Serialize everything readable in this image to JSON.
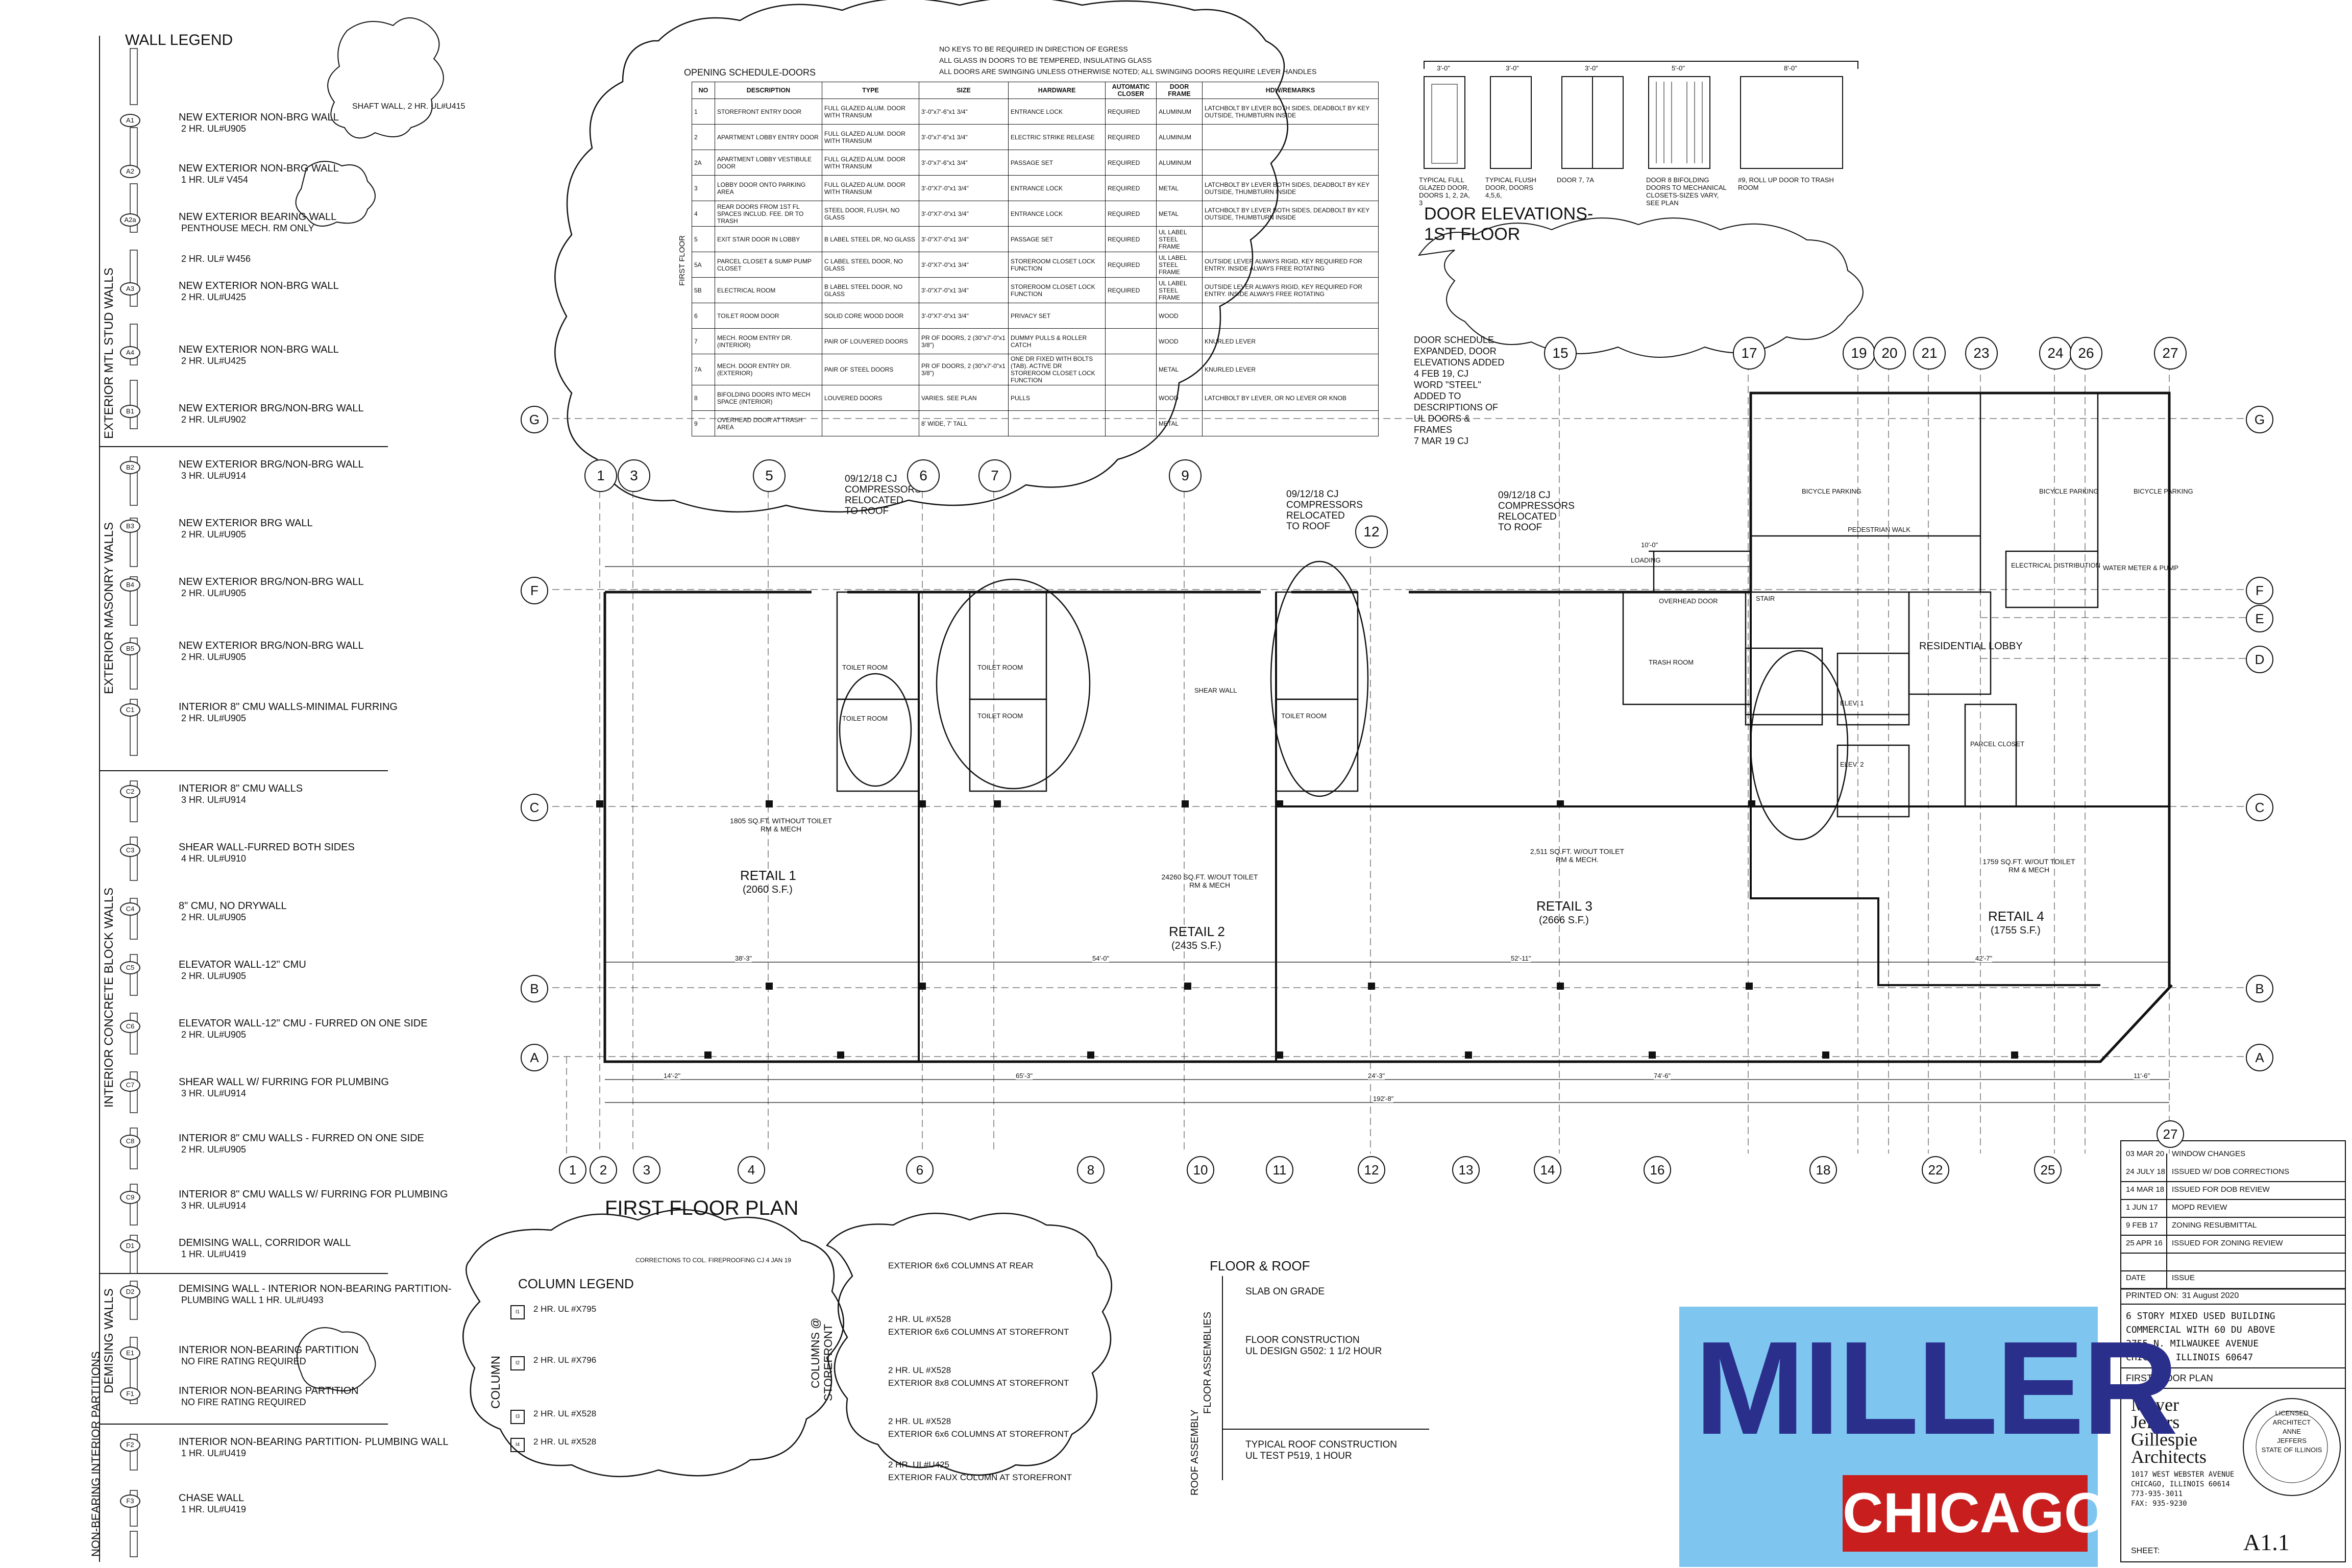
{
  "wall_legend": {
    "title": "WALL LEGEND",
    "categories": [
      "EXTERIOR MTL STUD WALLS",
      "EXTERIOR MASONRY WALLS",
      "INTERIOR CONCRETE BLOCK WALLS",
      "DEMISING WALLS",
      "NON-BEARING INTERIOR PARTITIONS"
    ],
    "items": [
      {
        "key": "A1",
        "name": "NEW EXTERIOR NON-BRG WALL",
        "rating": "2 HR. UL#U905"
      },
      {
        "key": "A2",
        "name": "NEW EXTERIOR NON-BRG WALL",
        "rating": "1 HR. UL# V454"
      },
      {
        "key": "A2a",
        "name": "NEW EXTERIOR BEARING WALL",
        "rating": "PENTHOUSE MECH. RM ONLY"
      },
      {
        "key": "",
        "name": "",
        "rating": "2 HR. UL# W456"
      },
      {
        "key": "A3",
        "name": "NEW EXTERIOR NON-BRG WALL",
        "rating": "2 HR. UL#U425"
      },
      {
        "key": "A4",
        "name": "NEW EXTERIOR NON-BRG WALL",
        "rating": "2 HR. UL#U425"
      },
      {
        "key": "B1",
        "name": "NEW EXTERIOR BRG/NON-BRG WALL",
        "rating": "2 HR. UL#U902"
      },
      {
        "key": "B2",
        "name": "NEW EXTERIOR BRG/NON-BRG WALL",
        "rating": "3 HR. UL#U914"
      },
      {
        "key": "B3",
        "name": "NEW EXTERIOR BRG WALL",
        "rating": "2 HR. UL#U905"
      },
      {
        "key": "B4",
        "name": "NEW EXTERIOR BRG/NON-BRG WALL",
        "rating": "2 HR. UL#U905"
      },
      {
        "key": "B5",
        "name": "NEW EXTERIOR BRG/NON-BRG WALL",
        "rating": "2 HR. UL#U905"
      },
      {
        "key": "C1",
        "name": "INTERIOR 8\" CMU WALLS-MINIMAL FURRING",
        "rating": "2 HR. UL#U905"
      },
      {
        "key": "C2",
        "name": "INTERIOR 8\" CMU WALLS",
        "rating": "3 HR. UL#U914"
      },
      {
        "key": "C3",
        "name": "SHEAR WALL-FURRED BOTH SIDES",
        "rating": "4 HR. UL#U910"
      },
      {
        "key": "C4",
        "name": "8\" CMU, NO DRYWALL",
        "rating": "2 HR. UL#U905"
      },
      {
        "key": "C5",
        "name": "ELEVATOR WALL-12\" CMU",
        "rating": "2 HR. UL#U905"
      },
      {
        "key": "C6",
        "name": "ELEVATOR WALL-12\" CMU - FURRED ON ONE SIDE",
        "rating": "2 HR. UL#U905"
      },
      {
        "key": "C7",
        "name": "SHEAR WALL W/ FURRING FOR PLUMBING",
        "rating": "3 HR. UL#U914"
      },
      {
        "key": "C8",
        "name": "INTERIOR 8\" CMU WALLS - FURRED ON ONE SIDE",
        "rating": "2 HR. UL#U905"
      },
      {
        "key": "C9",
        "name": "INTERIOR 8\" CMU WALLS W/ FURRING FOR PLUMBING",
        "rating": "3 HR. UL#U914"
      },
      {
        "key": "D1",
        "name": "DEMISING WALL, CORRIDOR WALL",
        "rating": "1 HR. UL#U419"
      },
      {
        "key": "D2",
        "name": "DEMISING WALL - INTERIOR NON-BEARING PARTITION-",
        "rating": "PLUMBING WALL     1 HR. UL#U493"
      },
      {
        "key": "E1",
        "name": "INTERIOR NON-BEARING PARTITION",
        "rating": "NO FIRE RATING REQUIRED"
      },
      {
        "key": "F1",
        "name": "INTERIOR NON-BEARING PARTITION",
        "rating": "NO FIRE RATING REQUIRED"
      },
      {
        "key": "F2",
        "name": "INTERIOR NON-BEARING PARTITION- PLUMBING WALL",
        "rating": "1 HR. UL#U419"
      },
      {
        "key": "F3",
        "name": "CHASE WALL",
        "rating": "1 HR. UL#U419"
      }
    ],
    "shaft_wall": "SHAFT WALL, 2 HR. UL#U415"
  },
  "door_schedule": {
    "notes": [
      "NO KEYS TO BE REQUIRED IN DIRECTION OF EGRESS",
      "ALL GLASS IN DOORS TO BE TEMPERED, INSULATING GLASS",
      "ALL DOORS ARE SWINGING UNLESS OTHERWISE NOTED; ALL SWINGING DOORS REQUIRE LEVER HANDLES"
    ],
    "title": "OPENING SCHEDULE-DOORS",
    "floor_label": "FIRST FLOOR",
    "headers": [
      "NO",
      "DESCRIPTION",
      "TYPE",
      "SIZE",
      "HARDWARE",
      "AUTOMATIC CLOSER",
      "DOOR FRAME",
      "HDW/REMARKS"
    ],
    "rows": [
      [
        "1",
        "STOREFRONT ENTRY DOOR",
        "FULL GLAZED ALUM. DOOR WITH TRANSUM",
        "3'-0\"x7'-6\"x1 3/4\"",
        "ENTRANCE LOCK",
        "REQUIRED",
        "ALUMINUM",
        "LATCHBOLT BY LEVER BOTH SIDES, DEADBOLT BY KEY OUTSIDE, THUMBTURN INSIDE"
      ],
      [
        "2",
        "APARTMENT LOBBY ENTRY DOOR",
        "FULL GLAZED ALUM. DOOR WITH TRANSUM",
        "3'-0\"x7'-6\"x1 3/4\"",
        "ELECTRIC STRIKE RELEASE",
        "REQUIRED",
        "ALUMINUM",
        ""
      ],
      [
        "2A",
        "APARTMENT LOBBY VESTIBULE DOOR",
        "FULL GLAZED ALUM. DOOR WITH TRANSUM",
        "3'-0\"x7'-6\"x1 3/4\"",
        "PASSAGE SET",
        "REQUIRED",
        "ALUMINUM",
        ""
      ],
      [
        "3",
        "LOBBY DOOR ONTO PARKING AREA",
        "FULL GLAZED ALUM. DOOR WITH TRANSUM",
        "3'-0\"X7'-0\"x1 3/4\"",
        "ENTRANCE LOCK",
        "REQUIRED",
        "METAL",
        "LATCHBOLT BY LEVER BOTH SIDES, DEADBOLT BY KEY OUTSIDE, THUMBTURN INSIDE"
      ],
      [
        "4",
        "REAR DOORS FROM 1ST FL SPACES INCLUD. FEE. DR TO TRASH",
        "STEEL DOOR, FLUSH, NO GLASS",
        "3'-0\"X7'-0\"x1 3/4\"",
        "ENTRANCE LOCK",
        "REQUIRED",
        "METAL",
        "LATCHBOLT BY LEVER BOTH SIDES, DEADBOLT BY KEY OUTSIDE, THUMBTURN INSIDE"
      ],
      [
        "5",
        "EXIT STAIR DOOR IN LOBBY",
        "B LABEL STEEL DR, NO GLASS",
        "3'-0\"X7'-0\"x1 3/4\"",
        "PASSAGE SET",
        "REQUIRED",
        "UL LABEL STEEL FRAME",
        ""
      ],
      [
        "5A",
        "PARCEL CLOSET & SUMP PUMP CLOSET",
        "C LABEL STEEL DOOR, NO GLASS",
        "3'-0\"X7'-0\"x1 3/4\"",
        "STOREROOM CLOSET LOCK FUNCTION",
        "REQUIRED",
        "UL LABEL STEEL FRAME",
        "OUTSIDE LEVER ALWAYS RIGID, KEY REQUIRED FOR ENTRY. INSIDE ALWAYS FREE ROTATING"
      ],
      [
        "5B",
        "ELECTRICAL ROOM",
        "B LABEL STEEL DOOR, NO GLASS",
        "3'-0\"X7'-0\"x1 3/4\"",
        "STOREROOM CLOSET LOCK FUNCTION",
        "REQUIRED",
        "UL LABEL STEEL FRAME",
        "OUTSIDE LEVER ALWAYS RIGID, KEY REQUIRED FOR ENTRY. INSIDE ALWAYS FREE ROTATING"
      ],
      [
        "6",
        "TOILET ROOM DOOR",
        "SOLID CORE WOOD DOOR",
        "3'-0\"X7'-0\"x1 3/4\"",
        "PRIVACY SET",
        "",
        "WOOD",
        ""
      ],
      [
        "7",
        "MECH. ROOM ENTRY DR. (INTERIOR)",
        "PAIR OF LOUVERED DOORS",
        "PR OF DOORS, 2 (30\"x7'-0\"x1 3/8\")",
        "DUMMY PULLS & ROLLER CATCH",
        "",
        "WOOD",
        "KNURLED LEVER"
      ],
      [
        "7A",
        "MECH. DOOR ENTRY DR. (EXTERIOR)",
        "PAIR OF STEEL DOORS",
        "PR OF DOORS, 2 (30\"x7'-0\"x1 3/8\")",
        "ONE DR FIXED WITH BOLTS (TAB). ACTIVE DR STOREROOM CLOSET LOCK FUNCTION",
        "",
        "METAL",
        "KNURLED LEVER"
      ],
      [
        "8",
        "BIFOLDING DOORS INTO MECH SPACE (INTERIOR)",
        "LOUVERED DOORS",
        "VARIES. SEE PLAN",
        "PULLS",
        "",
        "WOOD",
        "LATCHBOLT BY LEVER, OR NO LEVER OR KNOB"
      ],
      [
        "9",
        "OVERHEAD DOOR AT TRASH AREA",
        "",
        "8' WIDE, 7' TALL",
        "",
        "",
        "METAL",
        ""
      ]
    ]
  },
  "door_elevations": {
    "title_line1": "DOOR ELEVATIONS-",
    "title_line2": "1ST FLOOR",
    "dims": [
      "3'-0\"",
      "3'-0\"",
      "3'-0\"",
      "5'-0\"",
      "8'-0\""
    ],
    "labels": [
      "TYPICAL FULL GLAZED DOOR, DOORS 1, 2, 2A, 3",
      "TYPICAL FLUSH DOOR, DOORS 4,5,6,",
      "DOOR 7, 7A",
      "DOOR 8 BIFOLDING DOORS TO MECHANICAL CLOSETS-SIZES VARY, SEE PLAN",
      "#9, ROLL UP DOOR TO TRASH ROOM"
    ]
  },
  "notes": {
    "door_schedule_note": [
      "DOOR SCHEDULE",
      "EXPANDED, DOOR",
      "ELEVATIONS ADDED",
      "4 FEB 19, CJ",
      "WORD \"STEEL\"",
      "ADDED TO",
      "DESCRIPTIONS OF",
      "UL DOORS &",
      "FRAMES",
      "7 MAR 19 CJ"
    ],
    "compressors_1": [
      "09/12/18  CJ",
      "COMPRESSORS",
      "RELOCATED",
      "TO ROOF"
    ],
    "compressors_2": [
      "09/12/18  CJ",
      "COMPRESSORS",
      "RELOCATED",
      "TO ROOF"
    ],
    "compressors_3": [
      "09/12/18  CJ",
      "COMPRESSORS",
      "RELOCATED",
      "TO ROOF"
    ]
  },
  "plan": {
    "title": "FIRST FLOOR PLAN",
    "grid_top": [
      "1",
      "3",
      "5",
      "6",
      "7",
      "9",
      "12",
      "15",
      "17",
      "19",
      "20",
      "21",
      "23",
      "24",
      "26",
      "27"
    ],
    "grid_bottom": [
      "1",
      "2",
      "3",
      "4",
      "6",
      "8",
      "10",
      "11",
      "12",
      "13",
      "14",
      "16",
      "18",
      "22",
      "25",
      "27"
    ],
    "grid_rows": [
      "G",
      "F",
      "E",
      "D",
      "C",
      "B",
      "A"
    ],
    "rooms": [
      {
        "name": "RETAIL 1",
        "area": "(2060 S.F.)",
        "note": "1805 SQ.FT. WITHOUT TOILET RM & MECH"
      },
      {
        "name": "RETAIL 2",
        "area": "(2435 S.F.)",
        "note": "24260 SQ.FT. W/OUT TOILET RM & MECH"
      },
      {
        "name": "RETAIL 3",
        "area": "(2666 S.F.)",
        "note": "2,511 SQ.FT. W/OUT TOILET RM & MECH."
      },
      {
        "name": "RETAIL 4",
        "area": "(1755 S.F.)",
        "note": "1759 SQ.FT. W/OUT TOILET RM & MECH"
      }
    ],
    "labels": [
      "BICYCLE PARKING",
      "BICYCLE PARKING",
      "BICYCLE PARKING",
      "PEDESTRIAN WALK",
      "LOADING",
      "RESIDENTIAL LOBBY",
      "ELECTRICAL DISTRIBUTION",
      "TRASH ROOM",
      "STAIR",
      "ELEV. 1",
      "ELEV. 2",
      "PARCEL CLOSET",
      "SHEAR WALL",
      "TOILET ROOM",
      "TOILET ROOM",
      "TOILET ROOM",
      "TOILET ROOM",
      "TOILET ROOM",
      "OVERHEAD DOOR",
      "WATER METER & PUMP"
    ],
    "dims": [
      "38'-3\"",
      "54'-0\"",
      "52'-11\"",
      "42'-7\"",
      "14'-2\"",
      "65'-3\"",
      "24'-3\"",
      "74'-6\"",
      "11'-6\"",
      "192'-8\"",
      "10'-0\""
    ]
  },
  "column_legend": {
    "title": "COLUMN LEGEND",
    "side_label": "COLUMN",
    "items": [
      {
        "key": "I1",
        "text": "2 HR. UL #X795"
      },
      {
        "key": "I2",
        "text": "2 HR. UL #X796"
      },
      {
        "key": "I3",
        "text": "2 HR. UL #X528"
      },
      {
        "key": "I4",
        "text": "2 HR. UL #X528"
      }
    ],
    "correction": "CORRECTIONS TO COL. FIREPROOFING CJ 4 JAN 19"
  },
  "storefront_columns": {
    "side_label_1": "COLUMNS @",
    "side_label_2": "STOREFRONT",
    "items": [
      {
        "rating": "",
        "name": "EXTERIOR 6x6 COLUMNS AT REAR"
      },
      {
        "rating": "2 HR. UL #X528",
        "name": "EXTERIOR 6x6 COLUMNS AT STOREFRONT"
      },
      {
        "rating": "2 HR. UL #X528",
        "name": "EXTERIOR 8x8 COLUMNS AT STOREFRONT"
      },
      {
        "rating": "2 HR. UL #X528",
        "name": "EXTERIOR 6x6 COLUMNS AT STOREFRONT"
      },
      {
        "rating": "2 HR. UL#U425",
        "name": "EXTERIOR FAUX COLUMN AT STOREFRONT"
      }
    ]
  },
  "floor_roof": {
    "title": "FLOOR & ROOF",
    "side_floor": "FLOOR ASSEMBLIES",
    "side_roof": "ROOF ASSEMBLY",
    "items": [
      {
        "name": "SLAB ON GRADE",
        "rating": ""
      },
      {
        "name": "FLOOR CONSTRUCTION",
        "rating": "UL DESIGN G502:  1 1/2 HOUR"
      },
      {
        "name": "TYPICAL ROOF CONSTRUCTION",
        "rating": "UL TEST P519, 1 HOUR"
      }
    ]
  },
  "title_block": {
    "revisions": [
      {
        "date": "03 MAR 20",
        "issue": "WINDOW CHANGES"
      },
      {
        "date": "24 JULY 18",
        "issue": "ISSUED W/ DOB CORRECTIONS"
      },
      {
        "date": "14 MAR 18",
        "issue": "ISSUED FOR DOB REVIEW"
      },
      {
        "date": "1 JUN 17",
        "issue": "MOPD REVIEW"
      },
      {
        "date": "9 FEB 17",
        "issue": "ZONING RESUBMITTAL"
      },
      {
        "date": "25 APR 16",
        "issue": "ISSUED FOR ZONING REVIEW"
      }
    ],
    "date_header": "DATE",
    "issue_header": "ISSUE",
    "printed_label": "PRINTED ON:",
    "printed_on": "31 August 2020",
    "project": [
      "6 STORY MIXED USED BUILDING",
      "COMMERCIAL WITH 60 DU ABOVE",
      "2755 N. MILWAUKEE AVENUE",
      "CHICAGO, ILLINOIS 60647"
    ],
    "sheet_title": "FIRST FLOOR PLAN",
    "firm": [
      "Mayer",
      "Jeffers",
      "Gillespie",
      "Architects"
    ],
    "address": [
      "1017 WEST WEBSTER AVENUE",
      "CHICAGO, ILLINOIS 60614",
      "773-935-3011",
      "FAX:  935-9230"
    ],
    "seal": [
      "LICENSED ARCHITECT",
      "ANNE",
      "JEFFERS",
      "STATE OF ILLINOIS"
    ],
    "sheet_label": "SHEET:",
    "sheet_no": "A1.1"
  },
  "logo": {
    "line1": "MILLER",
    "line2": "CHICAGO"
  }
}
